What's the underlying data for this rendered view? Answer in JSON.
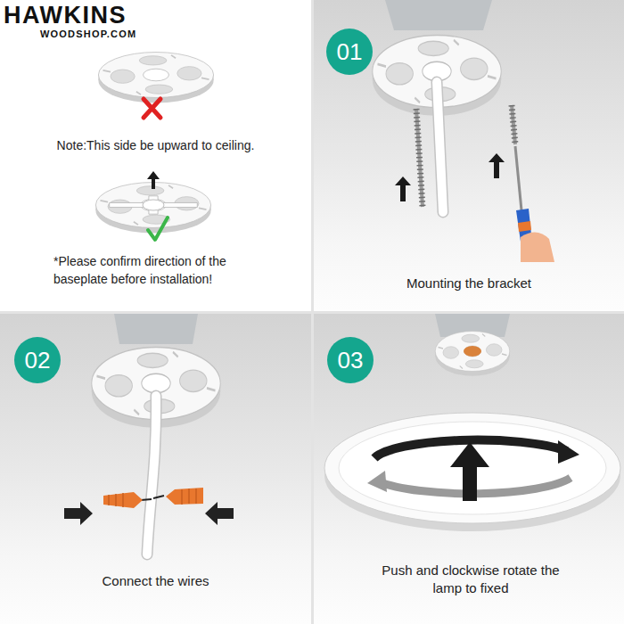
{
  "diagram": {
    "nodes": [
      {
        "text": [
          "Note:This side be upward to ceiling.",
          "*Please confirm direction of the baseplate before installation!"
        ]
      },
      {
        "text": [
          "Mounting the bracket"
        ]
      },
      {
        "text": [
          "01"
        ],
        "in": 1
      },
      {
        "text": [
          "Connect the wires"
        ]
      },
      {
        "text": [
          "02"
        ],
        "in": 3
      },
      {
        "text": [
          "Push and clockwise rotate the lamp to fixed"
        ]
      },
      {
        "text": [
          "03"
        ],
        "in": 5
      }
    ],
    "labels": [
      "HAWKINS",
      "WOODSHOP.COM"
    ]
  }
}
